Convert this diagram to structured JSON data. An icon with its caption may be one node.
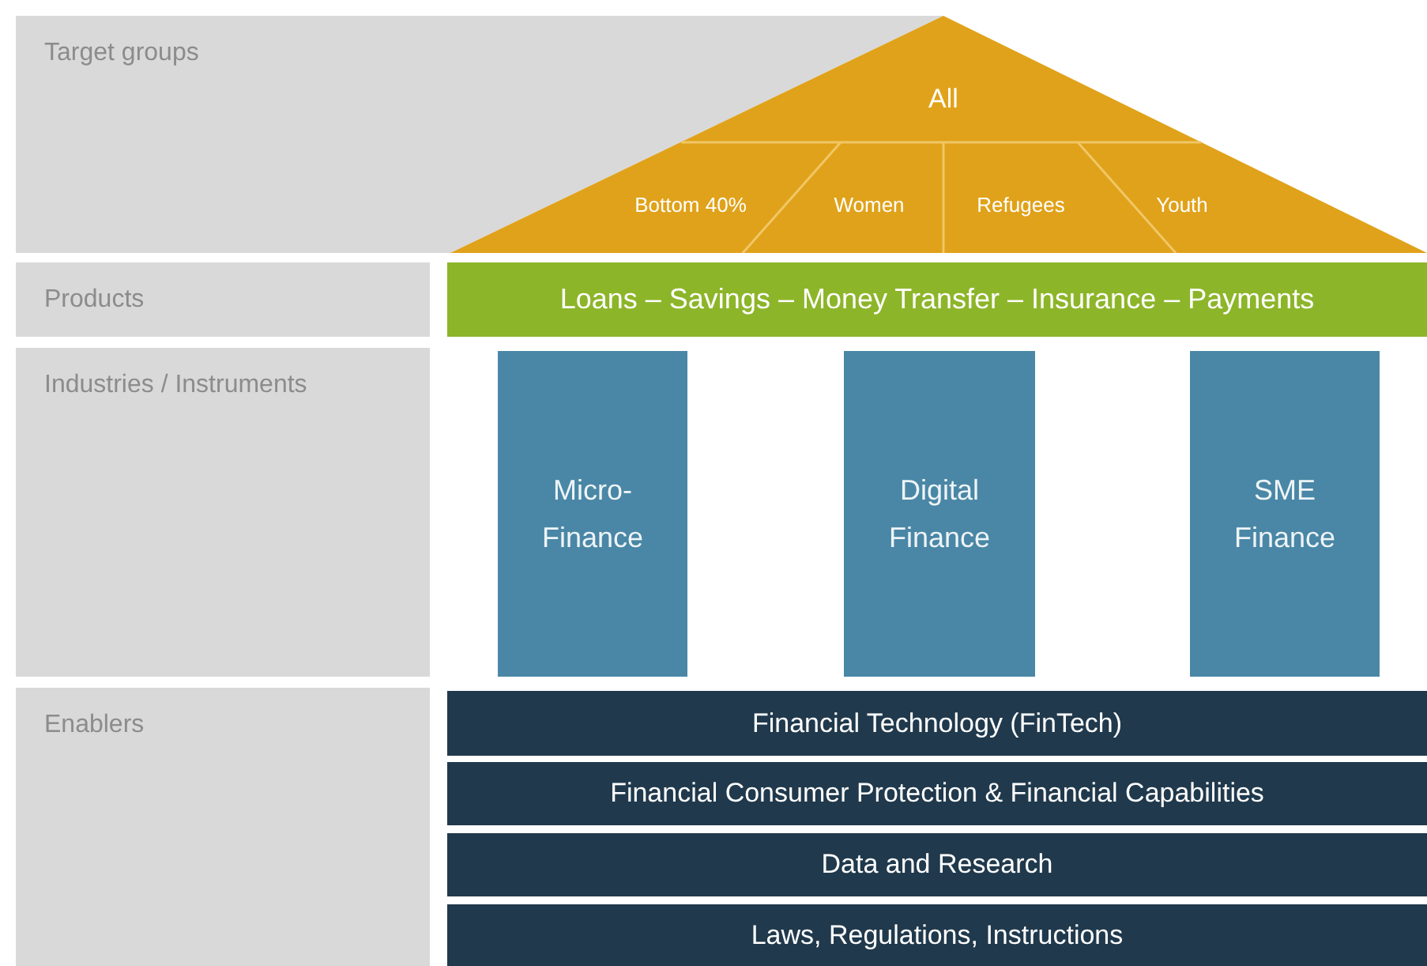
{
  "diagram": {
    "nodes": [
      {
        "text": [
          "Target groups"
        ]
      },
      {
        "text": [
          "All"
        ]
      },
      {
        "text": [
          "Bottom 40%"
        ],
        "in": 1
      },
      {
        "text": [
          "Women"
        ],
        "in": 1
      },
      {
        "text": [
          "Refugees"
        ],
        "in": 1
      },
      {
        "text": [
          "Youth"
        ],
        "in": 1
      },
      {
        "text": [
          "Products"
        ]
      },
      {
        "text": [
          "Loans – Savings – Money Transfer – Insurance – Payments"
        ]
      },
      {
        "text": [
          "Industries / Instruments"
        ]
      },
      {
        "text": [
          "Micro- Finance"
        ]
      },
      {
        "text": [
          "Digital Finance"
        ]
      },
      {
        "text": [
          "SME Finance"
        ]
      },
      {
        "text": [
          "Enablers"
        ]
      },
      {
        "text": [
          "Financial Technology (FinTech)"
        ]
      },
      {
        "text": [
          "Financial Consumer Protection & Financial Capabilities"
        ]
      },
      {
        "text": [
          "Data and Research"
        ]
      },
      {
        "text": [
          "Laws, Regulations, Instructions"
        ]
      }
    ]
  }
}
